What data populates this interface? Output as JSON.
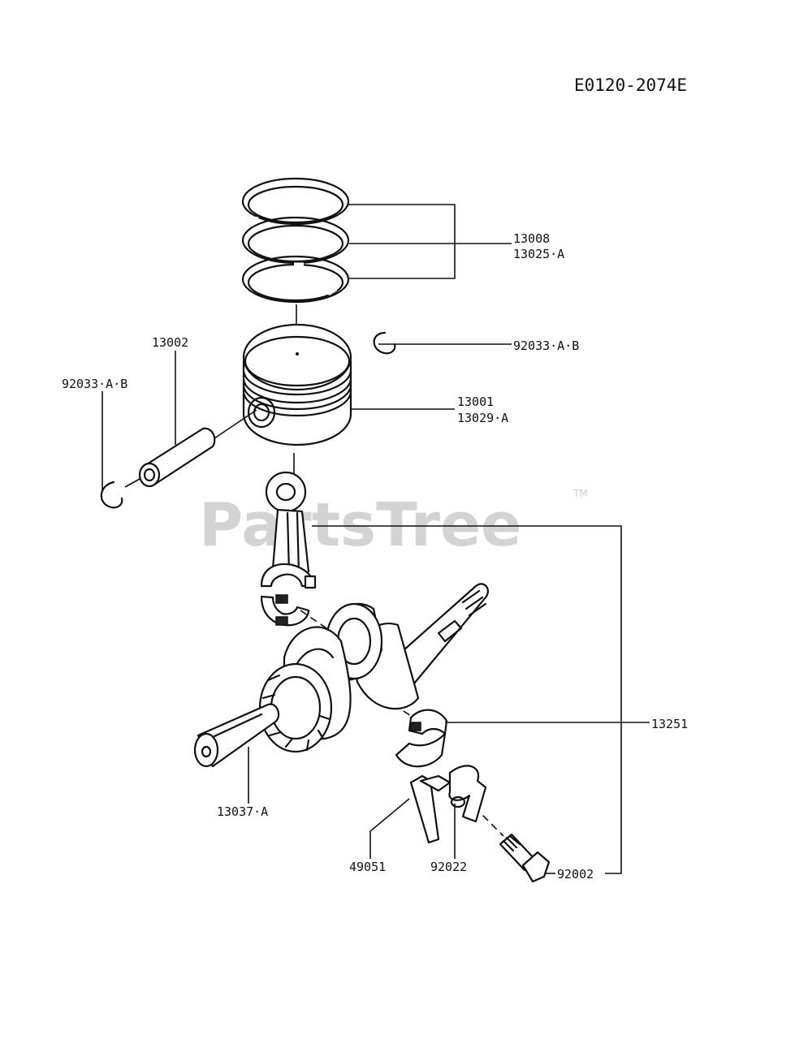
{
  "diagram_code": "E0120-2074E",
  "watermark": {
    "text": "PartsTree",
    "tm": "TM"
  },
  "parts": {
    "piston_rings": [
      "13008",
      "13025·A"
    ],
    "piston": [
      "13001",
      "13029·A"
    ],
    "circlip_right": "92033·A·B",
    "circlip_left": "92033·A·B",
    "piston_pin": "13002",
    "connecting_rod": "13251",
    "crankshaft": "13037·A",
    "dipper": "49051",
    "lock_plate": "92022",
    "bolt": "92002"
  }
}
